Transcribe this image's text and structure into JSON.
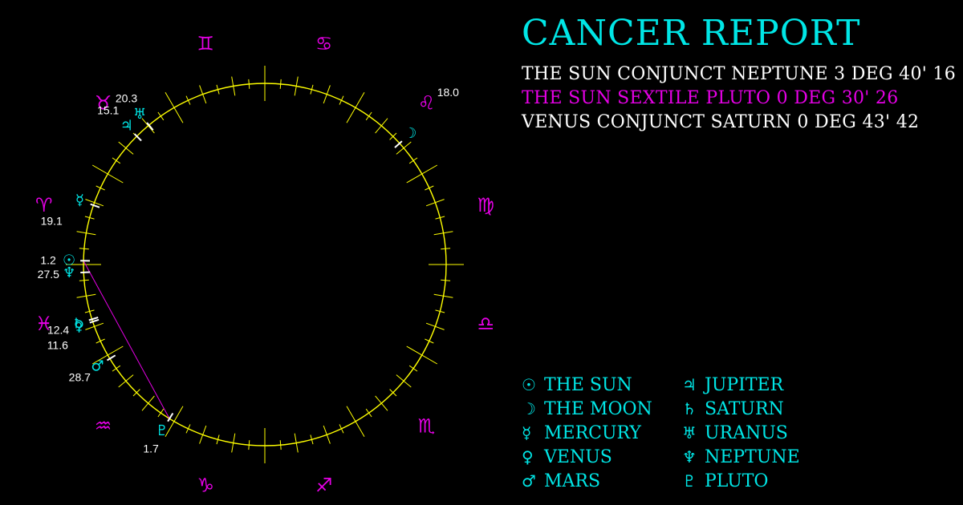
{
  "report": {
    "title": "CANCER REPORT",
    "aspects": [
      {
        "text": "THE SUN CONJUNCT NEPTUNE 3 DEG 40' 16",
        "color": "#ffffff"
      },
      {
        "text": "THE SUN SEXTILE PLUTO 0 DEG 30' 26",
        "color": "#e600e6"
      },
      {
        "text": "VENUS CONJUNCT SATURN 0 DEG 43' 42",
        "color": "#ffffff"
      }
    ]
  },
  "legend": [
    {
      "glyph": "☉",
      "name": "THE SUN",
      "icon": "sun-icon"
    },
    {
      "glyph": "☽",
      "name": "THE MOON",
      "icon": "moon-icon"
    },
    {
      "glyph": "☿",
      "name": "MERCURY",
      "icon": "mercury-icon"
    },
    {
      "glyph": "♀",
      "name": "VENUS",
      "icon": "venus-icon"
    },
    {
      "glyph": "♂",
      "name": "MARS",
      "icon": "mars-icon"
    },
    {
      "glyph": "♃",
      "name": "JUPITER",
      "icon": "jupiter-icon"
    },
    {
      "glyph": "♄",
      "name": "SATURN",
      "icon": "saturn-icon"
    },
    {
      "glyph": "♅",
      "name": "URANUS",
      "icon": "uranus-icon"
    },
    {
      "glyph": "♆",
      "name": "NEPTUNE",
      "icon": "neptune-icon"
    },
    {
      "glyph": "♇",
      "name": "PLUTO",
      "icon": "pluto-icon"
    }
  ],
  "chart": {
    "colors": {
      "wheel": "#ffff00",
      "sign": "#e600e6",
      "planet": "#00e6e6",
      "label": "#ffffff",
      "aspect_line": "#e600e6"
    },
    "signs": [
      {
        "glyph": "♈",
        "name": "aries",
        "degree_label": "19.1"
      },
      {
        "glyph": "♉",
        "name": "taurus",
        "degree_label": "15.1"
      },
      {
        "glyph": "♊",
        "name": "gemini",
        "degree_label": ""
      },
      {
        "glyph": "♋",
        "name": "cancer",
        "degree_label": ""
      },
      {
        "glyph": "♌",
        "name": "leo",
        "degree_label": "18.0"
      },
      {
        "glyph": "♍",
        "name": "virgo",
        "degree_label": ""
      },
      {
        "glyph": "♎",
        "name": "libra",
        "degree_label": ""
      },
      {
        "glyph": "♏",
        "name": "scorpio",
        "degree_label": ""
      },
      {
        "glyph": "♐",
        "name": "sagittarius",
        "degree_label": ""
      },
      {
        "glyph": "♑",
        "name": "capricorn",
        "degree_label": ""
      },
      {
        "glyph": "♒",
        "name": "aquarius",
        "degree_label": ""
      },
      {
        "glyph": "♓",
        "name": "pisces",
        "degree_label": "11.6"
      }
    ],
    "planets": [
      {
        "name": "sun",
        "glyph": "☉",
        "longitude": 1.2,
        "label": "1.2"
      },
      {
        "name": "mercury",
        "glyph": "☿",
        "longitude": 19.1,
        "label": ""
      },
      {
        "name": "jupiter",
        "glyph": "♃",
        "longitude": 45.1,
        "label": ""
      },
      {
        "name": "uranus",
        "glyph": "♅",
        "longitude": 50.3,
        "label": "20.3"
      },
      {
        "name": "moon",
        "glyph": "☽",
        "longitude": 138.0,
        "label": ""
      },
      {
        "name": "pluto",
        "glyph": "♇",
        "longitude": 301.7,
        "label": "1.7"
      },
      {
        "name": "mars",
        "glyph": "♂",
        "longitude": 328.7,
        "label": "28.7"
      },
      {
        "name": "venus",
        "glyph": "♀",
        "longitude": 341.6,
        "label": ""
      },
      {
        "name": "saturn",
        "glyph": "♄",
        "longitude": 342.4,
        "label": "12.4"
      },
      {
        "name": "neptune",
        "glyph": "♆",
        "longitude": 357.5,
        "label": "27.5"
      }
    ],
    "aspect_lines": [
      {
        "from": "sun",
        "to": "pluto",
        "type": "sextile"
      }
    ]
  }
}
